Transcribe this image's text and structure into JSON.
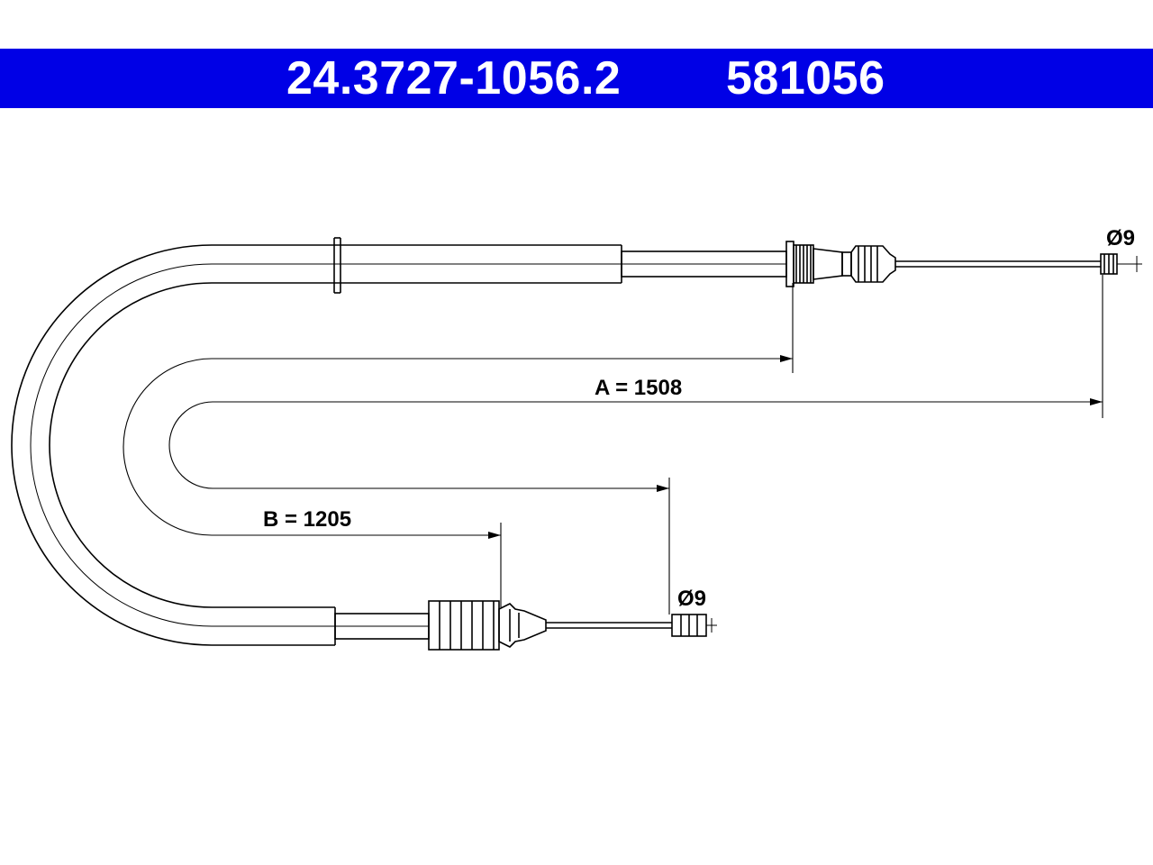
{
  "header": {
    "part_number": "24.3727-1056.2",
    "reference_number": "581056",
    "background_color": "#0000e6",
    "text_color": "#ffffff"
  },
  "dimensions": {
    "a_label": "A = 1508",
    "b_label": "B = 1205",
    "diameter_top": "Ø9",
    "diameter_bottom": "Ø9"
  }
}
